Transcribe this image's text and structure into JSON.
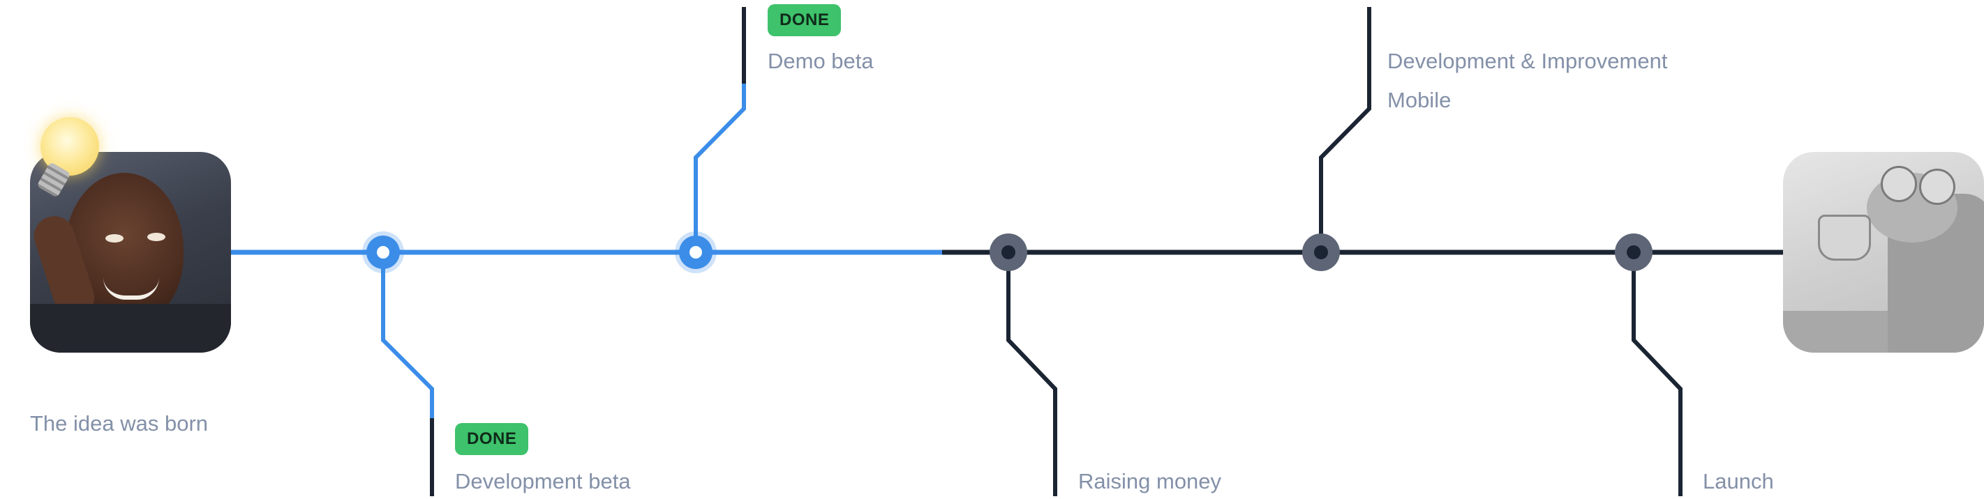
{
  "colors": {
    "done_line": "#3b8de8",
    "pending_line": "#1b2432",
    "pending_node": "#5d6576",
    "label_text": "#8390a8",
    "badge_bg": "#3ec26b"
  },
  "timeline": {
    "start": {
      "label": "The idea was born",
      "image": "thinking-man-meme"
    },
    "end": {
      "image": "kermit-sipping-tea-meme"
    },
    "milestones": [
      {
        "label": "Development beta",
        "badge": "DONE",
        "status": "done",
        "side": "below"
      },
      {
        "label": "Demo beta",
        "badge": "DONE",
        "status": "done",
        "side": "above"
      },
      {
        "label": "Raising money",
        "status": "pending",
        "side": "below"
      },
      {
        "label": "Development & Improvement",
        "label_line2": "Mobile",
        "status": "pending",
        "side": "above"
      },
      {
        "label": "Launch",
        "status": "pending",
        "side": "below"
      }
    ]
  }
}
